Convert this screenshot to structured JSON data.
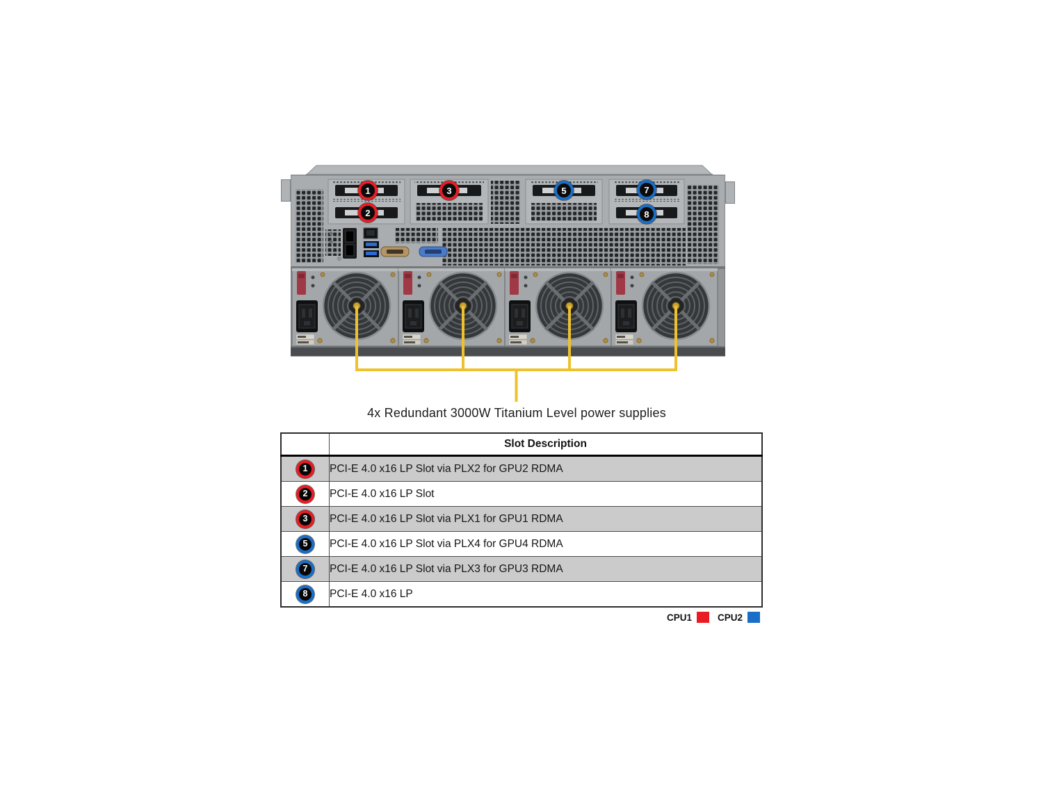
{
  "colors": {
    "cpu1_red": "#EA1C23",
    "cpu2_blue": "#1A6EC6",
    "callout_line_yellow": "#EEC22F"
  },
  "server": {
    "description": "rear view of 4U GPU server chassis",
    "psu_count": 4,
    "callouts": [
      {
        "num": "1",
        "cpu": "CPU1",
        "color": "#EA1C23"
      },
      {
        "num": "2",
        "cpu": "CPU1",
        "color": "#EA1C23"
      },
      {
        "num": "3",
        "cpu": "CPU1",
        "color": "#EA1C23"
      },
      {
        "num": "5",
        "cpu": "CPU2",
        "color": "#1A6EC6"
      },
      {
        "num": "7",
        "cpu": "CPU2",
        "color": "#1A6EC6"
      },
      {
        "num": "8",
        "cpu": "CPU2",
        "color": "#1A6EC6"
      }
    ]
  },
  "caption": "4x Redundant 3000W Titanium Level power supplies",
  "table": {
    "header": "Slot Description",
    "rows": [
      {
        "num": "1",
        "desc": "PCI-E 4.0 x16 LP Slot via PLX2 for GPU2 RDMA",
        "color": "#EA1C23",
        "cpu": "CPU1"
      },
      {
        "num": "2",
        "desc": "PCI-E 4.0 x16 LP Slot",
        "color": "#EA1C23",
        "cpu": "CPU1"
      },
      {
        "num": "3",
        "desc": "PCI-E 4.0 x16 LP Slot via PLX1 for GPU1 RDMA",
        "color": "#EA1C23",
        "cpu": "CPU1"
      },
      {
        "num": "5",
        "desc": "PCI-E 4.0 x16 LP Slot via PLX4 for GPU4 RDMA",
        "color": "#1A6EC6",
        "cpu": "CPU2"
      },
      {
        "num": "7",
        "desc": "PCI-E 4.0 x16 LP Slot via PLX3 for GPU3 RDMA",
        "color": "#1A6EC6",
        "cpu": "CPU2"
      },
      {
        "num": "8",
        "desc": "PCI-E 4.0 x16 LP",
        "color": "#1A6EC6",
        "cpu": "CPU2"
      }
    ]
  },
  "legend": {
    "items": [
      {
        "label": "CPU1",
        "color": "#EA1C23"
      },
      {
        "label": "CPU2",
        "color": "#1A6EC6"
      }
    ]
  }
}
